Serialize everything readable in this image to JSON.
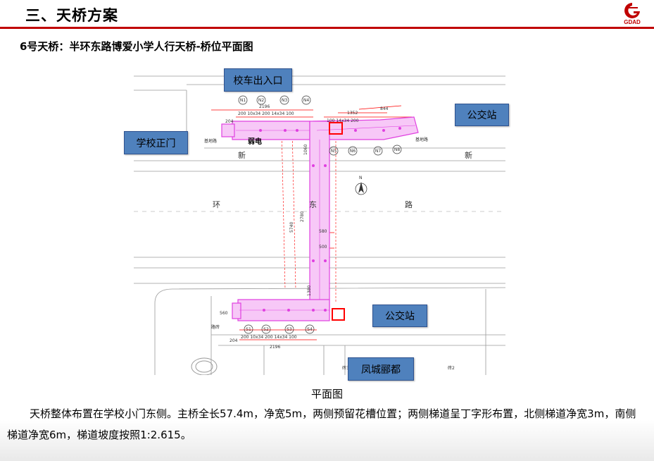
{
  "header": {
    "title": "三、天桥方案",
    "logo_text": "GDAD",
    "accent": "#c00000"
  },
  "subtitle": "6号天桥：半环东路博爱小学人行天桥-桥位平面图",
  "callouts": {
    "school_bus_entrance": "校车出入口",
    "school_main_gate": "学校正门",
    "bus_stop_north": "公交站",
    "bus_stop_south": "公交站",
    "fengcheng_residence": "凤城郦都"
  },
  "drawing_labels": {
    "road_1": "环",
    "road_2": "东",
    "road_3": "路",
    "xin_1": "新",
    "xin_2": "新",
    "weak_current": "弱电",
    "north": "N",
    "piers_north": [
      "N1",
      "N2",
      "N3",
      "N4",
      "N5",
      "N6",
      "N7",
      "N8"
    ],
    "piers_south": [
      "S1",
      "S2",
      "S3",
      "S4"
    ],
    "dim_2196_top": "2196",
    "dim_1352": "1352",
    "dim_844": "844",
    "dim_5740": "5740",
    "dim_2780": "2780",
    "dim_1380": "1380",
    "dim_1060": "1060",
    "dim_580": "580",
    "dim_500": "500",
    "dim_2196_bottom": "2196",
    "dim_204_top": "204",
    "dim_204_bottom": "204",
    "dim_seq_top": "200 10x34 200 14x34 100",
    "dim_seq_right": "100 14x34 200",
    "dim_seq_bottom": "200 10x34 200 14x34 100",
    "dim_560": "560",
    "small_label_left_1": "基地路",
    "small_label_right_1": "基地路",
    "small_label_bottom_1": "路砖",
    "small_label_bottom_2": "砖30",
    "small_label_bottom_3": "砖2"
  },
  "caption": "平面图",
  "body_text": "天桥整体布置在学校小门东侧。主桥全长57.4m，净宽5m，两侧预留花槽位置；两侧梯道呈丁字形布置，北侧梯道净宽3m，南侧梯道净宽6m，梯道坡度按照1:2.615。",
  "colors": {
    "callout_fill": "#4f81bd",
    "bridge": "#e040e0",
    "marker": "#ff0000",
    "dimension": "#ff0000"
  }
}
